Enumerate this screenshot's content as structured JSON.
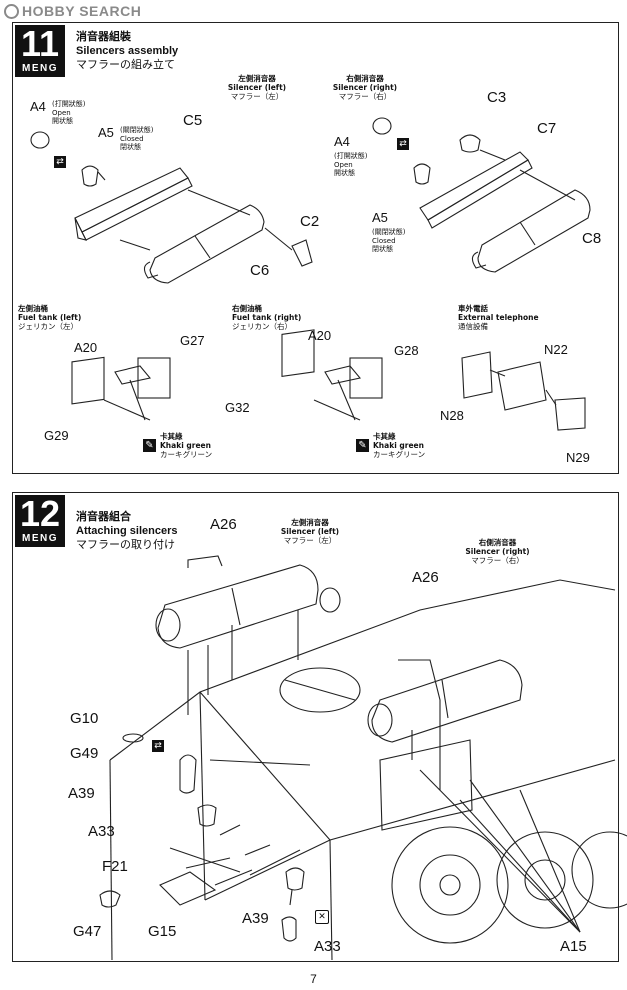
{
  "watermark": "HOBBY SEARCH",
  "step11": {
    "number": "11",
    "logo": "MENG",
    "title_cn": "消音器組裝",
    "title_en": "Silencers assembly",
    "title_jp": "マフラーの組み立て",
    "silencer_left": {
      "cn": "左側消音器",
      "en": "Silencer (left)",
      "jp": "マフラー（左）"
    },
    "silencer_right": {
      "cn": "右側消音器",
      "en": "Silencer (right)",
      "jp": "マフラー（右）"
    },
    "fuel_left": {
      "cn": "左側油桶",
      "en": "Fuel tank (left)",
      "jp": "ジェリカン（左）"
    },
    "fuel_right": {
      "cn": "右側油桶",
      "en": "Fuel tank (right)",
      "jp": "ジェリカン（右）"
    },
    "telephone": {
      "cn": "車外電話",
      "en": "External telephone",
      "jp": "通信設備"
    },
    "paint_left": {
      "cn": "卡其綠",
      "en": "Khaki green",
      "jp": "カーキグリーン"
    },
    "paint_right": {
      "cn": "卡其綠",
      "en": "Khaki green",
      "jp": "カーキグリーン"
    },
    "a4_open_left": {
      "cn": "(打開狀態)",
      "en": "Open",
      "jp": "開状態"
    },
    "a5_closed_left": {
      "cn": "(關閉狀態)",
      "en": "Closed",
      "jp": "閉状態"
    },
    "a4_open_right": {
      "cn": "(打開狀態)",
      "en": "Open",
      "jp": "開状態"
    },
    "a5_closed_right": {
      "cn": "(關閉狀態)",
      "en": "Closed",
      "jp": "閉状態"
    },
    "labels": {
      "A4": "A4",
      "A5": "A5",
      "C5": "C5",
      "C2": "C2",
      "C6": "C6",
      "A4r": "A4",
      "A5r": "A5",
      "C3": "C3",
      "C7": "C7",
      "C8": "C8",
      "A20": "A20",
      "G27": "G27",
      "G29": "G29",
      "A20r": "A20",
      "G28": "G28",
      "G32": "G32",
      "N22": "N22",
      "N28": "N28",
      "N29": "N29"
    }
  },
  "step12": {
    "number": "12",
    "logo": "MENG",
    "title_cn": "消音器組合",
    "title_en": "Attaching silencers",
    "title_jp": "マフラーの取り付け",
    "silencer_left": {
      "cn": "左側消音器",
      "en": "Silencer (left)",
      "jp": "マフラー（左）"
    },
    "silencer_right": {
      "cn": "右側消音器",
      "en": "Silencer (right)",
      "jp": "マフラー（右）"
    },
    "labels": {
      "A26": "A26",
      "A26r": "A26",
      "G10": "G10",
      "G49": "G49",
      "A39": "A39",
      "A33": "A33",
      "F21": "F21",
      "G47": "G47",
      "G15": "G15",
      "A39b": "A39",
      "A33b": "A33",
      "A15": "A15"
    }
  },
  "page_number": "7",
  "colors": {
    "ink": "#111111",
    "watermark": "#8a8a8a",
    "paper": "#ffffff"
  }
}
